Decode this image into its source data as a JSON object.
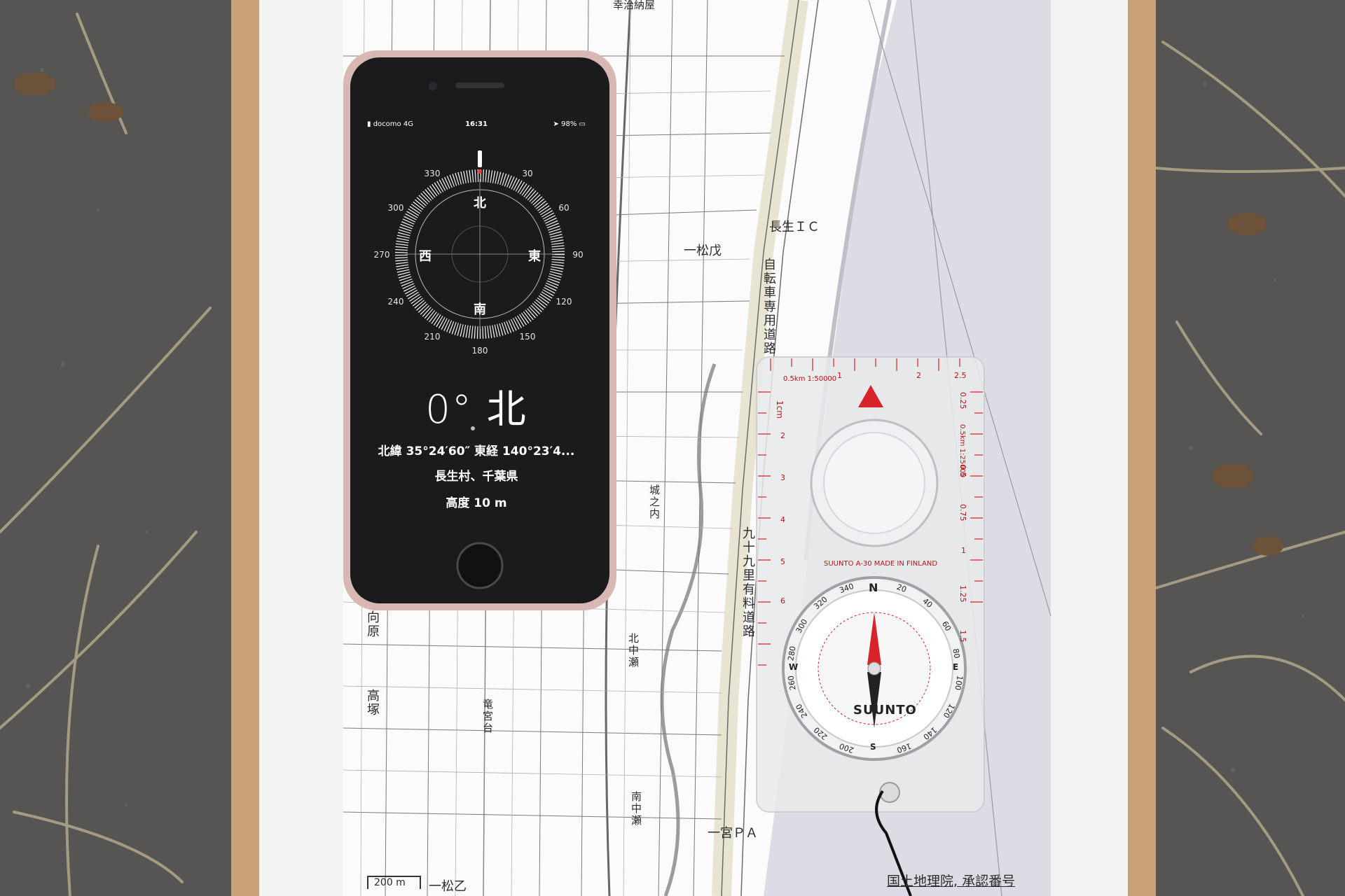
{
  "phone": {
    "status": {
      "carrier": "docomo",
      "network": "4G",
      "time": "16:31",
      "battery": "98%"
    },
    "compass": {
      "degree_labels": [
        "30",
        "60",
        "90",
        "120",
        "150",
        "180",
        "210",
        "240",
        "270",
        "300",
        "330"
      ],
      "cardinals": {
        "north": "北",
        "east": "東",
        "south": "南",
        "west": "西"
      },
      "heading": "0° 北",
      "coordinates": "北緯 35°24′60″ 東経 140°23′4...",
      "place": "長生村、千葉県",
      "altitude": "高度 10 m"
    }
  },
  "map": {
    "labels": {
      "top_place": "幸治納屋",
      "interchange": "長生ＩＣ",
      "matsu_ichi": "一松戊",
      "cycle_road": "自転車専用道路",
      "kujukuri": "九十九里有料道路",
      "castle": "城之内",
      "north_nakase": "北中瀬",
      "mukaihara": "向原",
      "takatsuka": "高塚",
      "ryugu": "竜宮台",
      "minami_nakase": "南中瀬",
      "miya_pa": "一宮ＰＡ",
      "matsu_otsu": "一松乙",
      "scale_bar": "200 m",
      "credit": "国土地理院, 承認番号"
    }
  },
  "baseplate_compass": {
    "brand": "SUUNTO",
    "model_text": "SUUNTO A-30 MADE IN FINLAND",
    "scale_top": "0.5km 1:50000",
    "scale_right": "0.5km 1:25000",
    "ruler_cm": "1cm",
    "top_ticks": [
      "1",
      "2",
      "2.5"
    ],
    "right_ticks": [
      "0.25",
      "0.5",
      "0.75",
      "1",
      "1.25",
      "1.5"
    ],
    "left_ticks": [
      "2",
      "3",
      "4",
      "5",
      "6"
    ],
    "dial_north": "N",
    "dial_south": "S",
    "dial_east": "E",
    "dial_west": "W",
    "dial_labels": [
      "20",
      "40",
      "60",
      "80",
      "100",
      "120",
      "140",
      "160",
      "200",
      "220",
      "240",
      "260",
      "280",
      "300",
      "320",
      "340"
    ]
  },
  "colors": {
    "sand": "#5a5856",
    "board": "#c9a176",
    "paper": "#f3f3f3",
    "road_beige": "#ece6d2",
    "sea": "#dcdde4",
    "phone_case": "#d9b8b4",
    "phone_body": "#1b1b1d",
    "screen": "#3d3d3f",
    "compass_red": "#d8232a"
  }
}
